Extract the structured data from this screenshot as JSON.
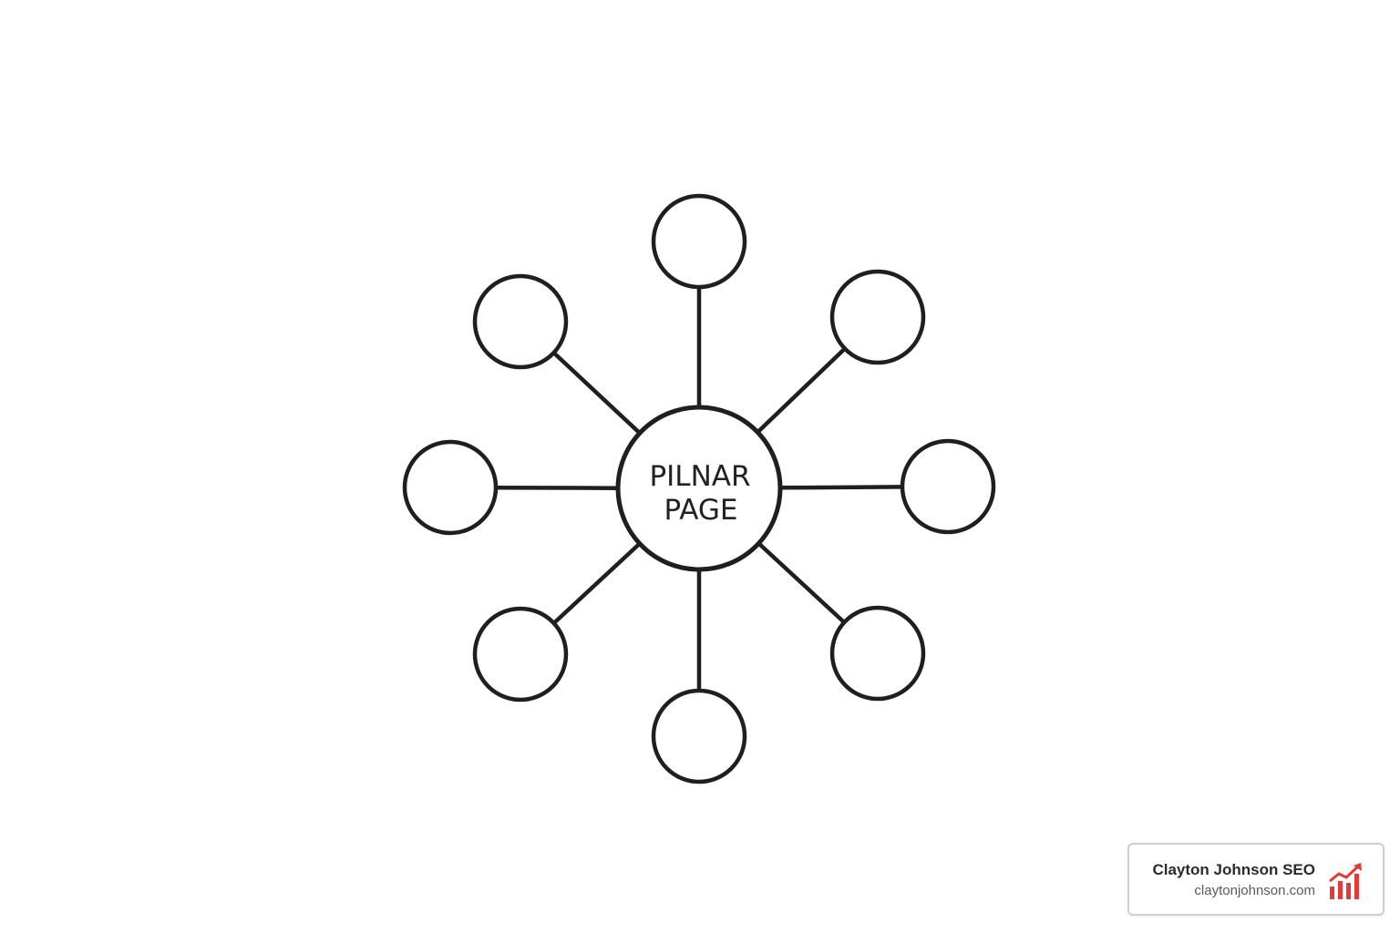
{
  "diagram": {
    "center": {
      "line1": "PILNAR",
      "line2": "PAGE"
    },
    "satellite_count": 8
  },
  "badge": {
    "name": "Clayton Johnson SEO",
    "url": "claytonjohnson.com",
    "logo_icon": "rising-chart-icon",
    "accent_color": "#e53935"
  },
  "colors": {
    "stroke": "#1f1f1f",
    "background": "#ffffff"
  }
}
